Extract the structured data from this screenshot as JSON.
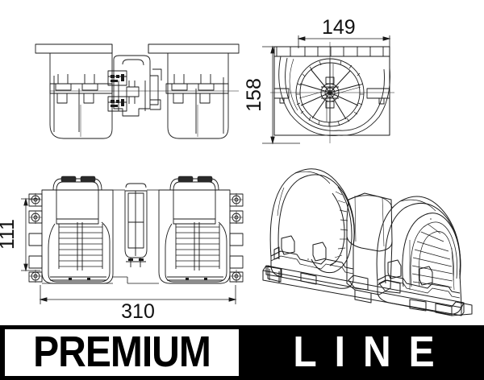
{
  "product": {
    "type": "technical-drawing",
    "subject": "dual-blower-motor-assembly"
  },
  "dimensions": {
    "width_top_view_mm": "310",
    "depth_top_view_mm": "111",
    "width_front_view_mm": "149",
    "height_front_view_mm": "158"
  },
  "views": {
    "top_left": {
      "name": "side-elevation-view",
      "label": ""
    },
    "top_right": {
      "name": "front-elevation-view",
      "label": ""
    },
    "bottom_left": {
      "name": "plan-top-view",
      "label": ""
    },
    "bottom_right": {
      "name": "isometric-3d-view",
      "label": ""
    }
  },
  "banner": {
    "premium_label": "PREMIUM",
    "line_label": "LINE",
    "background_color": "#000000",
    "premium_box_color": "#ffffff",
    "line_text_color": "#ffffff"
  },
  "colors": {
    "line_color": "#1a1a1a",
    "background": "#ffffff",
    "shading": "#888888"
  }
}
